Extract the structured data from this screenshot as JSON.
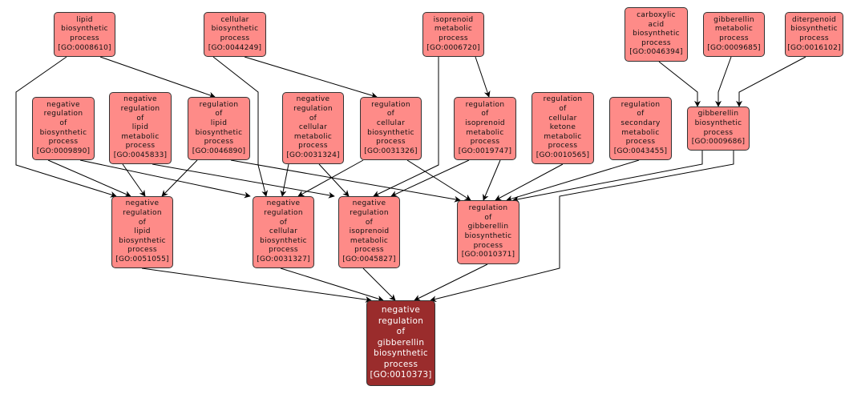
{
  "diagram": {
    "type": "GO term ancestry graph",
    "colors": {
      "node_fill": "#fe8b88",
      "target_fill": "#9a2c2c",
      "target_text": "#ffffff",
      "edge": "#000000"
    },
    "nodes": [
      {
        "id": "GO:0008610",
        "lines": [
          "lipid",
          "biosynthetic",
          "process"
        ],
        "goid": "[GO:0008610]"
      },
      {
        "id": "GO:0044249",
        "lines": [
          "cellular",
          "biosynthetic",
          "process"
        ],
        "goid": "[GO:0044249]"
      },
      {
        "id": "GO:0006720",
        "lines": [
          "isoprenoid",
          "metabolic",
          "process"
        ],
        "goid": "[GO:0006720]"
      },
      {
        "id": "GO:0046394",
        "lines": [
          "carboxylic",
          "acid",
          "biosynthetic",
          "process"
        ],
        "goid": "[GO:0046394]"
      },
      {
        "id": "GO:0009685",
        "lines": [
          "gibberellin",
          "metabolic",
          "process"
        ],
        "goid": "[GO:0009685]"
      },
      {
        "id": "GO:0016102",
        "lines": [
          "diterpenoid",
          "biosynthetic",
          "process"
        ],
        "goid": "[GO:0016102]"
      },
      {
        "id": "GO:0009890",
        "lines": [
          "negative",
          "regulation",
          "of",
          "biosynthetic",
          "process"
        ],
        "goid": "[GO:0009890]"
      },
      {
        "id": "GO:0045833",
        "lines": [
          "negative",
          "regulation",
          "of",
          "lipid",
          "metabolic",
          "process"
        ],
        "goid": "[GO:0045833]"
      },
      {
        "id": "GO:0046890",
        "lines": [
          "regulation",
          "of",
          "lipid",
          "biosynthetic",
          "process"
        ],
        "goid": "[GO:0046890]"
      },
      {
        "id": "GO:0031324",
        "lines": [
          "negative",
          "regulation",
          "of",
          "cellular",
          "metabolic",
          "process"
        ],
        "goid": "[GO:0031324]"
      },
      {
        "id": "GO:0031326",
        "lines": [
          "regulation",
          "of",
          "cellular",
          "biosynthetic",
          "process"
        ],
        "goid": "[GO:0031326]"
      },
      {
        "id": "GO:0019747",
        "lines": [
          "regulation",
          "of",
          "isoprenoid",
          "metabolic",
          "process"
        ],
        "goid": "[GO:0019747]"
      },
      {
        "id": "GO:0010565",
        "lines": [
          "regulation",
          "of",
          "cellular",
          "ketone",
          "metabolic",
          "process"
        ],
        "goid": "[GO:0010565]"
      },
      {
        "id": "GO:0043455",
        "lines": [
          "regulation",
          "of",
          "secondary",
          "metabolic",
          "process"
        ],
        "goid": "[GO:0043455]"
      },
      {
        "id": "GO:0009686",
        "lines": [
          "gibberellin",
          "biosynthetic",
          "process"
        ],
        "goid": "[GO:0009686]"
      },
      {
        "id": "GO:0051055",
        "lines": [
          "negative",
          "regulation",
          "of",
          "lipid",
          "biosynthetic",
          "process"
        ],
        "goid": "[GO:0051055]"
      },
      {
        "id": "GO:0031327",
        "lines": [
          "negative",
          "regulation",
          "of",
          "cellular",
          "biosynthetic",
          "process"
        ],
        "goid": "[GO:0031327]"
      },
      {
        "id": "GO:0045827",
        "lines": [
          "negative",
          "regulation",
          "of",
          "isoprenoid",
          "metabolic",
          "process"
        ],
        "goid": "[GO:0045827]"
      },
      {
        "id": "GO:0010371",
        "lines": [
          "regulation",
          "of",
          "gibberellin",
          "biosynthetic",
          "process"
        ],
        "goid": "[GO:0010371]"
      },
      {
        "id": "GO:0010373",
        "lines": [
          "negative",
          "regulation",
          "of",
          "gibberellin",
          "biosynthetic",
          "process"
        ],
        "goid": "[GO:0010373]",
        "target": true
      }
    ],
    "edges": [
      {
        "from": "GO:0008610",
        "to": "GO:0046890"
      },
      {
        "from": "GO:0008610",
        "to": "GO:0051055"
      },
      {
        "from": "GO:0044249",
        "to": "GO:0031326"
      },
      {
        "from": "GO:0044249",
        "to": "GO:0031327"
      },
      {
        "from": "GO:0006720",
        "to": "GO:0019747"
      },
      {
        "from": "GO:0006720",
        "to": "GO:0045827"
      },
      {
        "from": "GO:0046394",
        "to": "GO:0009686"
      },
      {
        "from": "GO:0009685",
        "to": "GO:0009686"
      },
      {
        "from": "GO:0016102",
        "to": "GO:0009686"
      },
      {
        "from": "GO:0009890",
        "to": "GO:0051055"
      },
      {
        "from": "GO:0009890",
        "to": "GO:0031327"
      },
      {
        "from": "GO:0045833",
        "to": "GO:0051055"
      },
      {
        "from": "GO:0045833",
        "to": "GO:0045827"
      },
      {
        "from": "GO:0046890",
        "to": "GO:0051055"
      },
      {
        "from": "GO:0046890",
        "to": "GO:0010371"
      },
      {
        "from": "GO:0031324",
        "to": "GO:0031327"
      },
      {
        "from": "GO:0031324",
        "to": "GO:0045827"
      },
      {
        "from": "GO:0031326",
        "to": "GO:0031327"
      },
      {
        "from": "GO:0031326",
        "to": "GO:0010371"
      },
      {
        "from": "GO:0019747",
        "to": "GO:0045827"
      },
      {
        "from": "GO:0019747",
        "to": "GO:0010371"
      },
      {
        "from": "GO:0010565",
        "to": "GO:0010371"
      },
      {
        "from": "GO:0043455",
        "to": "GO:0010371"
      },
      {
        "from": "GO:0009686",
        "to": "GO:0010371"
      },
      {
        "from": "GO:0009686",
        "to": "GO:0010373"
      },
      {
        "from": "GO:0051055",
        "to": "GO:0010373"
      },
      {
        "from": "GO:0031327",
        "to": "GO:0010373"
      },
      {
        "from": "GO:0045827",
        "to": "GO:0010373"
      },
      {
        "from": "GO:0010371",
        "to": "GO:0010373"
      }
    ]
  }
}
